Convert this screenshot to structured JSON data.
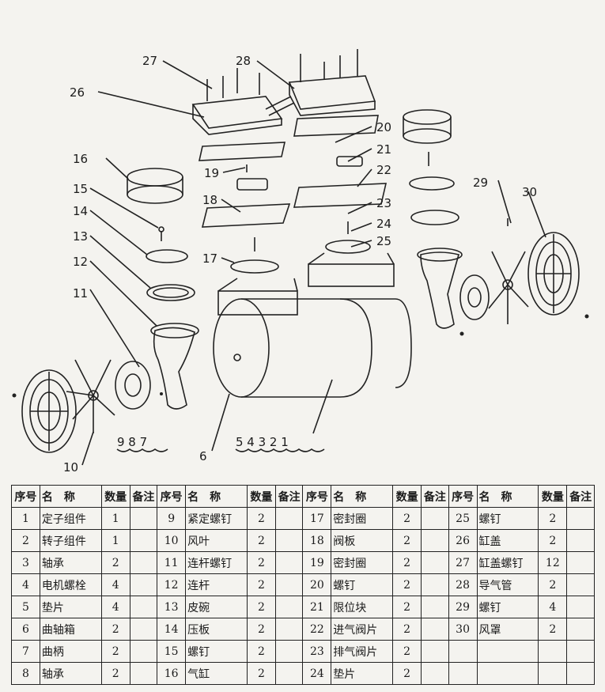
{
  "diagram": {
    "callouts": [
      "1",
      "2",
      "3",
      "4",
      "5",
      "6",
      "7",
      "8",
      "9",
      "10",
      "11",
      "12",
      "13",
      "14",
      "15",
      "16",
      "17",
      "18",
      "19",
      "20",
      "21",
      "22",
      "23",
      "24",
      "25",
      "26",
      "27",
      "28",
      "29",
      "30"
    ],
    "groups": {
      "stator_group": "5 4 3 2 1",
      "crank_group": "9 8 7"
    }
  },
  "table": {
    "headers": [
      "序号",
      "名　称",
      "数量",
      "备注"
    ],
    "rows": [
      [
        {
          "no": "1",
          "name": "定子组件",
          "qty": "1",
          "note": ""
        },
        {
          "no": "9",
          "name": "紧定螺钉",
          "qty": "2",
          "note": ""
        },
        {
          "no": "17",
          "name": "密封圈",
          "qty": "2",
          "note": ""
        },
        {
          "no": "25",
          "name": "螺钉",
          "qty": "2",
          "note": ""
        }
      ],
      [
        {
          "no": "2",
          "name": "转子组件",
          "qty": "1",
          "note": ""
        },
        {
          "no": "10",
          "name": "风叶",
          "qty": "2",
          "note": ""
        },
        {
          "no": "18",
          "name": "阀板",
          "qty": "2",
          "note": ""
        },
        {
          "no": "26",
          "name": "缸盖",
          "qty": "2",
          "note": ""
        }
      ],
      [
        {
          "no": "3",
          "name": "轴承",
          "qty": "2",
          "note": ""
        },
        {
          "no": "11",
          "name": "连杆螺钉",
          "qty": "2",
          "note": ""
        },
        {
          "no": "19",
          "name": "密封圈",
          "qty": "2",
          "note": ""
        },
        {
          "no": "27",
          "name": "缸盖螺钉",
          "qty": "12",
          "note": ""
        }
      ],
      [
        {
          "no": "4",
          "name": "电机螺栓",
          "qty": "4",
          "note": ""
        },
        {
          "no": "12",
          "name": "连杆",
          "qty": "2",
          "note": ""
        },
        {
          "no": "20",
          "name": "螺钉",
          "qty": "2",
          "note": ""
        },
        {
          "no": "28",
          "name": "导气管",
          "qty": "2",
          "note": ""
        }
      ],
      [
        {
          "no": "5",
          "name": "垫片",
          "qty": "4",
          "note": ""
        },
        {
          "no": "13",
          "name": "皮碗",
          "qty": "2",
          "note": ""
        },
        {
          "no": "21",
          "name": "限位块",
          "qty": "2",
          "note": ""
        },
        {
          "no": "29",
          "name": "螺钉",
          "qty": "4",
          "note": ""
        }
      ],
      [
        {
          "no": "6",
          "name": "曲轴箱",
          "qty": "2",
          "note": ""
        },
        {
          "no": "14",
          "name": "压板",
          "qty": "2",
          "note": ""
        },
        {
          "no": "22",
          "name": "进气阀片",
          "qty": "2",
          "note": ""
        },
        {
          "no": "30",
          "name": "风罩",
          "qty": "2",
          "note": ""
        }
      ],
      [
        {
          "no": "7",
          "name": "曲柄",
          "qty": "2",
          "note": ""
        },
        {
          "no": "15",
          "name": "螺钉",
          "qty": "2",
          "note": ""
        },
        {
          "no": "23",
          "name": "排气阀片",
          "qty": "2",
          "note": ""
        },
        {
          "no": "",
          "name": "",
          "qty": "",
          "note": ""
        }
      ],
      [
        {
          "no": "8",
          "name": "轴承",
          "qty": "2",
          "note": ""
        },
        {
          "no": "16",
          "name": "气缸",
          "qty": "2",
          "note": ""
        },
        {
          "no": "24",
          "name": "垫片",
          "qty": "2",
          "note": ""
        },
        {
          "no": "",
          "name": "",
          "qty": "",
          "note": ""
        }
      ]
    ]
  }
}
